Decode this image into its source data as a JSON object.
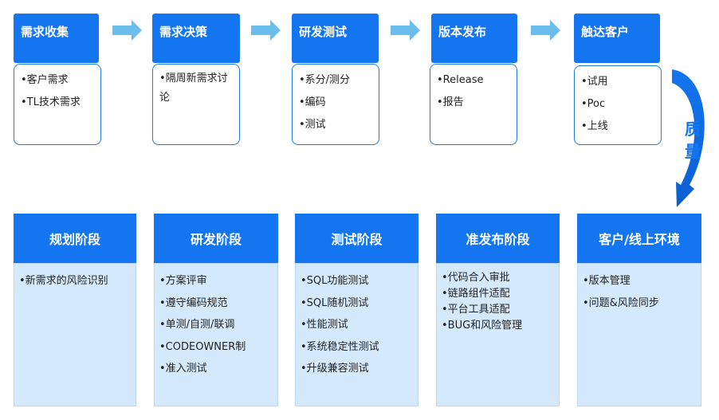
{
  "stages": [
    {
      "title": "需求收集",
      "items": [
        "•客户需求",
        "•TL技术需求"
      ]
    },
    {
      "title": "需求决策",
      "items": [
        "•隔周新需求讨论"
      ]
    },
    {
      "title": "研发测试",
      "items": [
        "•系分/测分",
        "•编码",
        "•测试"
      ]
    },
    {
      "title": "版本发布",
      "items": [
        "•Release",
        "•报告"
      ]
    },
    {
      "title": "触达客户",
      "items": [
        "•试用",
        "•Poc",
        "•上线"
      ]
    }
  ],
  "quality_label": [
    "质",
    "量"
  ],
  "phases": [
    {
      "title": "规划阶段",
      "items": [
        "•新需求的风险识别"
      ]
    },
    {
      "title": "研发阶段",
      "items": [
        "•方案评审",
        "•遵守编码规范",
        "•单测/自测/联调",
        "•CODEOWNER制",
        "•准入测试"
      ]
    },
    {
      "title": "测试阶段",
      "items": [
        "•SQL功能测试",
        "•SQL随机测试",
        "•性能测试",
        "•系统稳定性测试",
        "•升级兼容测试"
      ]
    },
    {
      "title": "准发布阶段",
      "items": [
        "•代码合入审批",
        "•链路组件适配",
        "•平台工具适配",
        "•BUG和风险管理"
      ]
    },
    {
      "title": "客户/线上环境",
      "items": [
        "•版本管理",
        "•问题&风险同步"
      ]
    }
  ],
  "colors": {
    "header_blue": "#1475f0",
    "arrow_blue": "#6bbdec",
    "panel_bg": "#d4eafc",
    "border_blue": "#1d7cd3"
  }
}
